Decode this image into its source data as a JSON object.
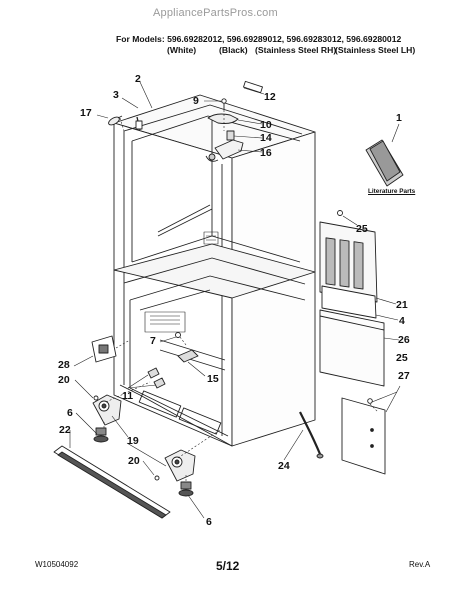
{
  "watermark": "AppliancePartsPros.com",
  "header": {
    "models_line": "For Models: 596.69282012, 596.69289012, 596.69283012, 596.69280012",
    "colors": [
      "(White)",
      "(Black)",
      "(Stainless Steel RH)",
      "(Stainless Steel LH)"
    ]
  },
  "literature_label": "Literature Parts",
  "callouts": {
    "c1": "1",
    "c2": "2",
    "c3": "3",
    "c4": "4",
    "c6a": "6",
    "c6b": "6",
    "c7": "7",
    "c9": "9",
    "c10": "10",
    "c11": "11",
    "c12": "12",
    "c14": "14",
    "c15": "15",
    "c16": "16",
    "c17": "17",
    "c19": "19",
    "c20a": "20",
    "c20b": "20",
    "c21": "21",
    "c22": "22",
    "c24": "24",
    "c25a": "25",
    "c25b": "25",
    "c26": "26",
    "c27": "27",
    "c28": "28"
  },
  "footer": {
    "doc_number": "W10504092",
    "page": "5/12",
    "revision": "Rev.A"
  }
}
